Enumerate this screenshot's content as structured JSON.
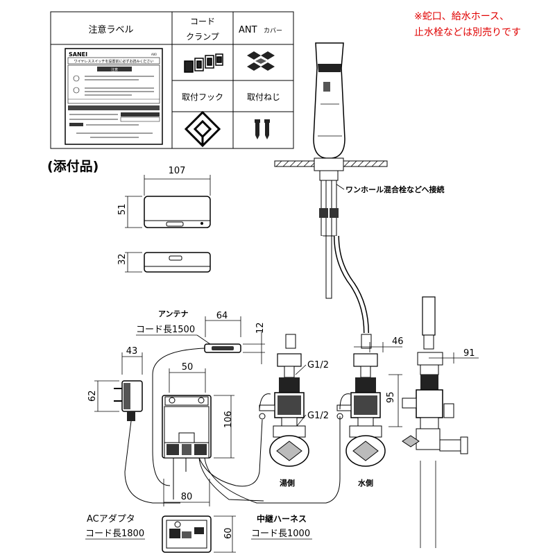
{
  "note": {
    "line1": "※蛇口、給水ホース、",
    "line2": "止水栓などは別売りです",
    "color": "#e00000"
  },
  "accessory_table": {
    "headers": {
      "caution_label": "注意ラベル",
      "cord_clamp_1": "コード",
      "cord_clamp_2": "クランプ",
      "ant_cover": "ANT",
      "ant_cover_small": "カバー"
    },
    "mounting_hook": "取付フック",
    "mounting_screw": "取付ねじ",
    "label_brand": "SANEI",
    "label_code": "A00",
    "label_heading": "ワイヤレススイッチを設置前に必ずお読みください",
    "label_caution": "注意"
  },
  "accessories_title": "(添付品)",
  "switch_dims": {
    "width": "107",
    "height": "51",
    "depth": "32"
  },
  "antenna": {
    "name": "アンテナ",
    "cord": "コード長1500",
    "width": "64",
    "height": "12"
  },
  "ac_adapter": {
    "name": "ACアダプタ",
    "cord": "コード長1800",
    "width": "43",
    "height": "62"
  },
  "control_box": {
    "width": "50",
    "height": "106",
    "bottom_width": "80",
    "depth": "60"
  },
  "harness": {
    "name": "中継ハーネス",
    "cord": "コード長1000"
  },
  "faucet": {
    "connection_note": "ワンホール混合栓などへ接続",
    "thread_1": "G1/2",
    "thread_2": "G1/2",
    "hot_side": "湯側",
    "cold_side": "水側",
    "dim_46": "46",
    "dim_95": "95",
    "dim_91": "91"
  }
}
